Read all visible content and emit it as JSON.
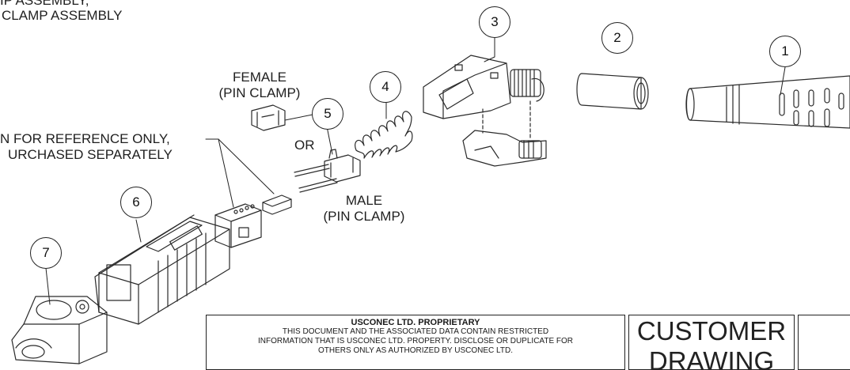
{
  "labels": {
    "top_line1": "IP ASSEMBLY,",
    "top_line2": "CLAMP ASSEMBLY",
    "female_line1": "FEMALE",
    "female_line2": "(PIN CLAMP)",
    "or": "OR",
    "ref_line1": "N FOR REFERENCE ONLY,",
    "ref_line2": "URCHASED SEPARATELY",
    "male_line1": "MALE",
    "male_line2": "(PIN CLAMP)"
  },
  "balloons": [
    "1",
    "2",
    "3",
    "4",
    "5",
    "6",
    "7"
  ],
  "title_block": {
    "proprietary_title": "USCONEC LTD. PROPRIETARY",
    "proprietary_line1": "THIS DOCUMENT AND THE ASSOCIATED DATA CONTAIN RESTRICTED",
    "proprietary_line2": "INFORMATION THAT IS USCONEC LTD. PROPERTY. DISCLOSE OR DUPLICATE FOR",
    "proprietary_line3": "OTHERS ONLY AS AUTHORIZED BY USCONEC LTD.",
    "customer_line1": "CUSTOMER",
    "customer_line2": "DRAWING"
  }
}
